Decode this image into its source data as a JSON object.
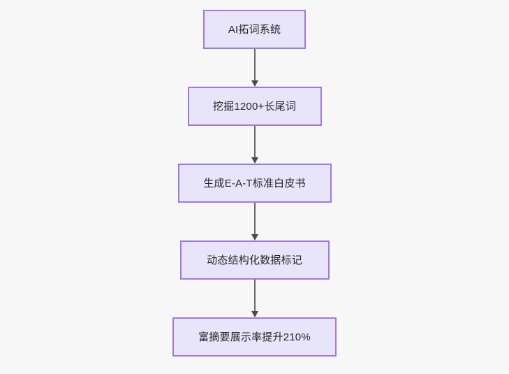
{
  "diagram": {
    "type": "flowchart",
    "orientation": "top-to-bottom",
    "background_color": "#f7f7f8",
    "node_fill_color": "#e8e5fb",
    "node_border_color": "#9f7ae0",
    "node_text_color": "#262626",
    "connector_color": "#6b6b6b",
    "nodes": [
      {
        "id": "n0",
        "label": "AI拓词系统"
      },
      {
        "id": "n1",
        "label": "挖掘1200+长尾词"
      },
      {
        "id": "n2",
        "label": "生成E-A-T标准白皮书"
      },
      {
        "id": "n3",
        "label": "动态结构化数据标记"
      },
      {
        "id": "n4",
        "label": "富摘要展示率提升210%"
      }
    ],
    "edges": [
      {
        "from": "n0",
        "to": "n1",
        "label": ""
      },
      {
        "from": "n1",
        "to": "n2",
        "label": ""
      },
      {
        "from": "n2",
        "to": "n3",
        "label": ""
      },
      {
        "from": "n3",
        "to": "n4",
        "label": ""
      }
    ]
  }
}
